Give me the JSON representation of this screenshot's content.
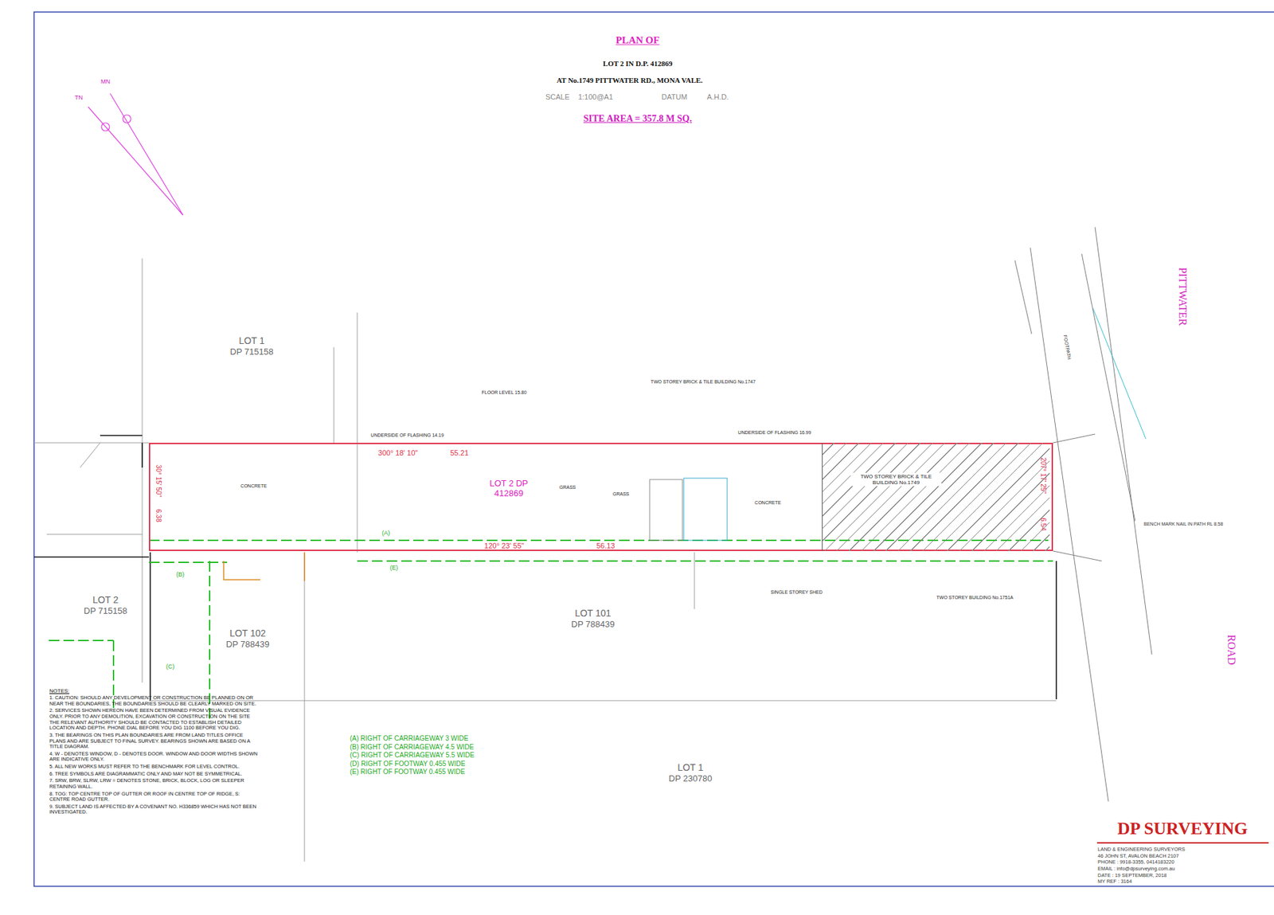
{
  "diagram": {
    "title": "PLAN OF",
    "nodes": [
      {
        "text": [
          "LOT 2 DP 412869"
        ]
      },
      {
        "text": [
          "TWO STOREY BRICK & TILE BUILDING No.1749"
        ],
        "in": 0
      }
    ],
    "labels": [
      "LOT 2 IN D.P. 412869",
      "AT No.1749 PITTWATER RD., MONA VALE.",
      "SCALE",
      "1:100@A1",
      "DATUM",
      "A.H.D.",
      "SITE AREA = 357.8 M SQ.",
      "TN",
      "MN",
      "PITTWATER",
      "ROAD",
      "LOT 1",
      "DP 715158",
      "LOT 2",
      "DP 715158",
      "LOT 102",
      "DP 788439",
      "LOT 101",
      "DP 788439",
      "LOT 1",
      "DP 230780",
      "300° 18' 10\"",
      "55.21",
      "120° 23' 55\"",
      "56.13",
      "30° 15' 50\"",
      "6.38",
      "207° 17' 25\"",
      "6.54",
      "CONCRETE",
      "GRASS",
      "GRASS",
      "CONCRETE",
      "TWO STOREY BRICK & TILE BUILDING No.1747",
      "FLOOR LEVEL 15.80",
      "SINGLE STOREY SHED",
      "TWO STOREY BUILDING No.1751A",
      "UNDERSIDE OF FLASHING 14.19",
      "UNDERSIDE OF FLASHING 16.99",
      "NOTES:",
      "1. CAUTION: SHOULD ANY DEVELOPMENT OR CONSTRUCTION BE PLANNED ON OR NEAR THE BOUNDARIES, THE BOUNDARIES SHOULD BE CLEARLY MARKED ON SITE.",
      "2. SERVICES SHOWN HEREON HAVE BEEN DETERMINED FROM VISUAL EVIDENCE ONLY. PRIOR TO ANY DEMOLITION, EXCAVATION OR CONSTRUCTION ON THE SITE THE RELEVANT AUTHORITY SHOULD BE CONTACTED TO ESTABLISH DETAILED LOCATION AND DEPTH. PHONE DIAL BEFORE YOU DIG 1100 BEFORE YOU DIG.",
      "3. THE BEARINGS ON THIS PLAN BOUNDARIES ARE FROM LAND TITLES OFFICE PLANS AND ARE SUBJECT TO FINAL SURVEY. BEARINGS SHOWN ARE BASED ON A TITLE DIAGRAM.",
      "4. W - DENOTES WINDOW, D - DENOTES DOOR. WINDOW AND DOOR WIDTHS SHOWN ARE INDICATIVE ONLY.",
      "5. ALL NEW WORKS MUST REFER TO THE BENCHMARK FOR LEVEL CONTROL.",
      "6. TREE SYMBOLS ARE DIAGRAMMATIC ONLY AND MAY NOT BE SYMMETRICAL.",
      "7. SRW, BRW, SLRW, LRW = DENOTES STONE, BRICK, BLOCK, LOG OR SLEEPER RETAINING WALL.",
      "8. TOG: TOP CENTRE TOP OF GUTTER OR ROOF IN CENTRE TOP OF RIDGE, S: CENTRE ROAD GUTTER.",
      "9. SUBJECT LAND IS AFFECTED BY A COVENANT NO. H336859 WHICH HAS NOT BEEN INVESTIGATED.",
      "(A) RIGHT OF CARRIAGEWAY 3 WIDE",
      "(B) RIGHT OF CARRIAGEWAY 4.5 WIDE",
      "(C) RIGHT OF CARRIAGEWAY 5.5 WIDE",
      "(D) RIGHT OF FOOTWAY 0.455 WIDE",
      "(E) RIGHT OF FOOTWAY 0.455 WIDE",
      "DP SURVEYING",
      "LAND & ENGINEERING SURVEYORS",
      "46 JOHN ST, AVALON BEACH 2107",
      "PHONE : 9918-3355, 0414183220",
      "EMAIL : info@dpsurveying.com.au",
      "DATE : 19 SEPTEMBER, 2018",
      "MY REF : 3164",
      "FOOTPATH",
      "BENCH MARK NAIL IN PATH RL 8.58",
      "(A)",
      "(E)",
      "(B)",
      "(C)"
    ]
  }
}
